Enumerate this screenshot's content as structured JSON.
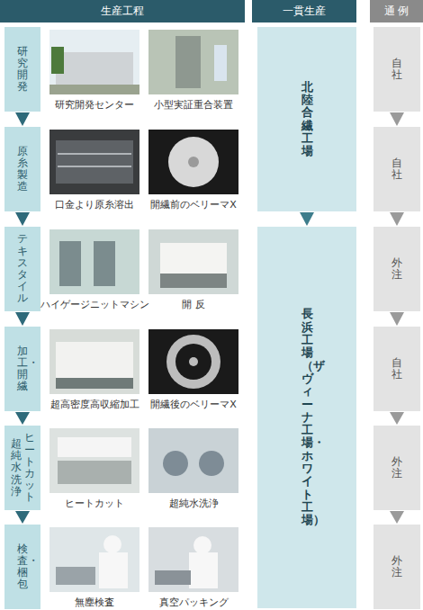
{
  "diagram": {
    "nodes": [
      {
        "text": [
          "生産工程"
        ]
      },
      {
        "text": [
          "一貫生産"
        ]
      },
      {
        "text": [
          "通 例"
        ]
      },
      {
        "text": [
          "研究開発"
        ]
      },
      {
        "text": [
          "原糸製造"
        ]
      },
      {
        "text": [
          "テキスタイル"
        ]
      },
      {
        "text": [
          "加工・開繊"
        ]
      },
      {
        "text": [
          "ヒートカット",
          "超純水洗浄"
        ]
      },
      {
        "text": [
          "検査・梱包"
        ]
      },
      {
        "text": [
          "北陸合繊工場"
        ]
      },
      {
        "text": [
          "長浜工場（ザヴィーナ工場・ホワイト工場）"
        ]
      },
      {
        "text": [
          "自社"
        ]
      },
      {
        "text": [
          "自社"
        ]
      },
      {
        "text": [
          "外注"
        ]
      },
      {
        "text": [
          "自社"
        ]
      },
      {
        "text": [
          "外注"
        ]
      },
      {
        "text": [
          "外注"
        ]
      }
    ],
    "edges": [
      {
        "from": 3,
        "to": 4,
        "arrow": "to"
      },
      {
        "from": 4,
        "to": 5,
        "arrow": "to"
      },
      {
        "from": 5,
        "to": 6,
        "arrow": "to"
      },
      {
        "from": 6,
        "to": 7,
        "arrow": "to"
      },
      {
        "from": 7,
        "to": 8,
        "arrow": "to"
      },
      {
        "from": 9,
        "to": 10,
        "arrow": "to"
      },
      {
        "from": 11,
        "to": 12,
        "arrow": "to"
      },
      {
        "from": 12,
        "to": 13,
        "arrow": "to"
      },
      {
        "from": 13,
        "to": 14,
        "arrow": "to"
      },
      {
        "from": 14,
        "to": 15,
        "arrow": "to"
      },
      {
        "from": 15,
        "to": 16,
        "arrow": "to"
      }
    ],
    "labels": [
      "研究開発センター",
      "小型実証重合装置",
      "口金より原糸溶出",
      "開繊前のベリーマX",
      "ハイゲージニットマシン",
      "開 反",
      "超高密度高収縮加工",
      "開繊後のベリーマX",
      "ヒートカット",
      "超純水洗浄",
      "無塵検査",
      "真空パッキング"
    ]
  }
}
